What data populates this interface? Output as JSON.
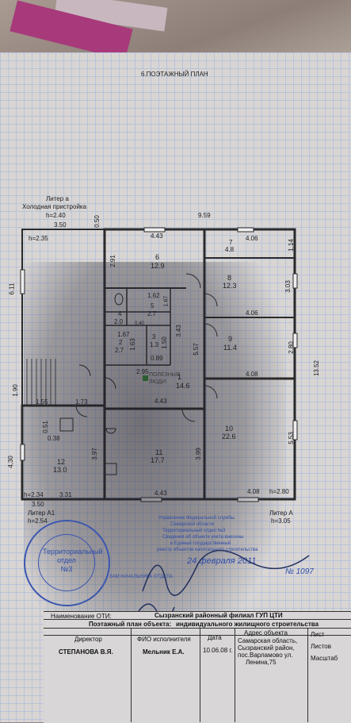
{
  "document": {
    "header": "6.ПОЭТАЖНЫЙ ПЛАН",
    "liter_a": "Литер а",
    "cold_annex": "Холодная пристройка",
    "h_240": "h=2.40",
    "liter_A": "Литер А",
    "h_305": "h=3.05",
    "liter_A1": "Литер А1",
    "h_254": "h=2.54",
    "h_235": "h=2.35",
    "h_280": "h=2.80",
    "h_234": "h=2.34",
    "watermark": "ПОЛЕЗНЫЕ ЛЮДИ",
    "dims": {
      "d959": "9.59",
      "d350t": "3.50",
      "d050": "0.50",
      "d611": "6.11",
      "d443t": "4.43",
      "d406t": "4.06",
      "d114": "1.14",
      "d291": "2.91",
      "d303": "3.03",
      "d406m": "4.06",
      "d280": "2.80",
      "d408": "4.08",
      "d1352": "13.52",
      "d557": "5.57",
      "d343": "3.43",
      "d162": "1.62",
      "d167a": "1.67",
      "d167b": "1.67",
      "d163": "1.63",
      "d150": "1.50",
      "d089": "0.89",
      "d040": "0.40",
      "d295": "2.95",
      "d190": "1.90",
      "d155": "1.55",
      "d173": "1.73",
      "d443m": "4.43",
      "d051": "0.51",
      "d430": "4,30",
      "d397": "3.97",
      "d399": "3.99",
      "d553": "5.53",
      "d331": "3.31",
      "d443b": "4.43",
      "d408b": "4.08",
      "d350b": "3.50"
    },
    "rooms": [
      {
        "n": "6",
        "a": "12.9"
      },
      {
        "n": "7",
        "a": "4.8"
      },
      {
        "n": "8",
        "a": "12.3"
      },
      {
        "n": "4",
        "a": "2.0"
      },
      {
        "n": "5",
        "a": "2.7"
      },
      {
        "n": "2",
        "a": "2.7"
      },
      {
        "n": "3",
        "a": "1.3"
      },
      {
        "n": "9",
        "a": "11.4"
      },
      {
        "n": "1",
        "a": "14.6"
      },
      {
        "n": "10",
        "a": "22.6"
      },
      {
        "n": "11",
        "a": "17.7"
      },
      {
        "n": "12",
        "a": "13.0"
      },
      {
        "n": "",
        "a": "0.38"
      }
    ],
    "stamp": {
      "line1": "Территориальный",
      "line2": "отдел",
      "line3": "№3"
    },
    "notice": {
      "l1": "Управление Федеральной службы",
      "l2": "Самарской области",
      "l3": "Территориальный отдел №3",
      "l4": "Сведения об объекте учета внесены",
      "l5": "в Единый государственный",
      "l6": "реестр объектов капитального строительства",
      "date": "24 февраля 2011",
      "number": "№ 1097"
    },
    "stamp_side": "ЗАМ НАЧАЛЬНИКА ОТДЕЛА"
  },
  "table": {
    "c1": "Наименование ОТИ:",
    "c1v": "Сызранский районный филиал ГУП ЦТИ",
    "c2": "Поэтажный план объекта:",
    "c2v": "индивидуального жилищного строительства",
    "director": "Директор",
    "director_name": "СТЕПАНОВА В.Я.",
    "executor": "ФИО исполнителя",
    "executor_name": "Мельник Е.А.",
    "date_label": "Дата",
    "date_value": "10.06.08 г.",
    "address_label": "Адрес объекта",
    "address1": "Самарская область,",
    "address2": "Сызранский район,",
    "address3": "пос.Варламово ул.",
    "address4": "Ленина,75",
    "sheet": "Лист",
    "sheets": "Листов",
    "scale": "Масштаб"
  }
}
